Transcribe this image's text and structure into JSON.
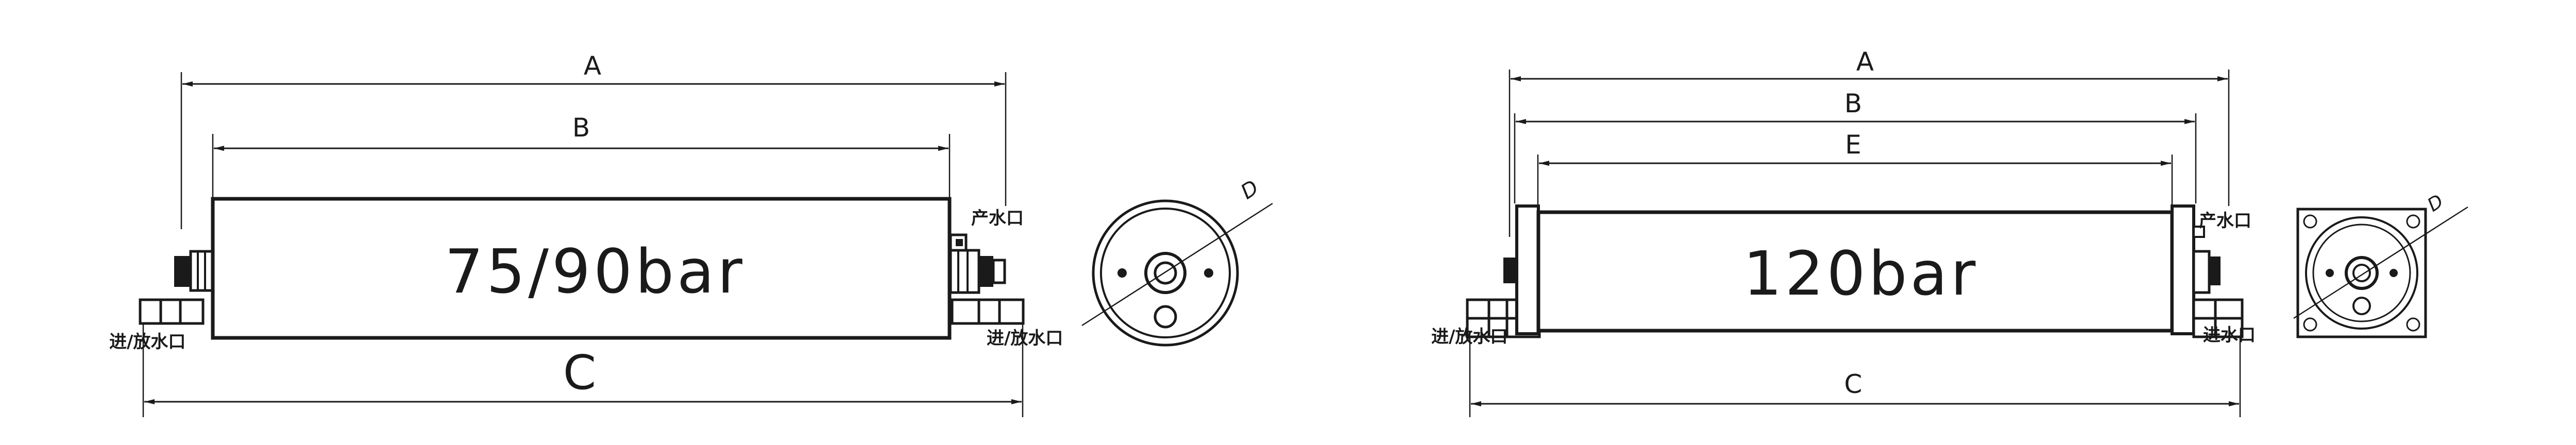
{
  "left_drawing": {
    "rating": "75/90bar",
    "dim_a": "A",
    "dim_b": "B",
    "dim_c": "C",
    "outlet_label": "产水口",
    "inlet_drain_label": "进/放水口",
    "inlet_drain_label_right": "进/放水口",
    "diameter_symbol": "D"
  },
  "right_drawing": {
    "rating": "120bar",
    "dim_a": "A",
    "dim_b": "B",
    "dim_e": "E",
    "dim_c": "C",
    "outlet_label": "产水口",
    "inlet_drain_label": "进/放水口",
    "inlet_drain_label_right": "进水口",
    "diameter_symbol": "D"
  }
}
